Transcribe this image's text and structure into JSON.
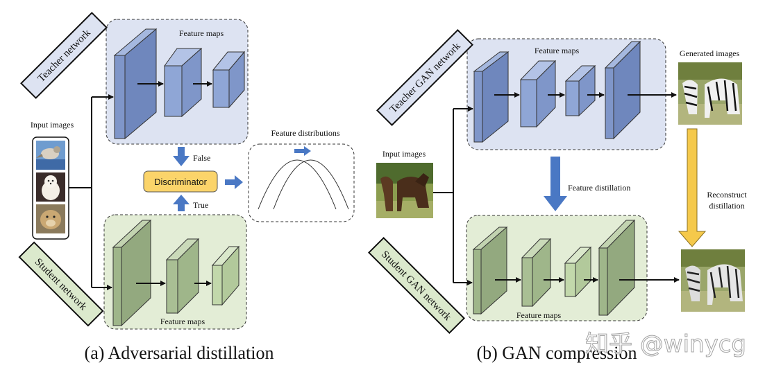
{
  "panel_a": {
    "caption": "(a) Adversarial distillation",
    "teacher_label": "Teacher network",
    "student_label": "Student network",
    "teacher_feature_maps": "Feature maps",
    "student_feature_maps": "Feature maps",
    "input_images": "Input images",
    "discriminator": "Discriminator",
    "false_label": "False",
    "true_label": "True",
    "feature_distributions": "Feature distributions"
  },
  "panel_b": {
    "caption": "(b) GAN compression",
    "teacher_label": "Teacher GAN network",
    "student_label": "Student GAN network",
    "teacher_feature_maps": "Feature maps",
    "student_feature_maps": "Feature maps",
    "input_images": "Input images",
    "generated_images": "Generated images",
    "feature_distillation": "Feature distillation",
    "reconstruct_line1": "Reconstruct",
    "reconstruct_line2": "distillation"
  },
  "watermark": "知乎 @winycg",
  "colors": {
    "teacher_bg": "#dde3f2",
    "student_bg": "#e3edd6",
    "teacher_block": "#8fa6d6",
    "student_block": "#a9bf94",
    "blue_arrow": "#4a78c4",
    "discriminator_fill": "#fbd46a",
    "yellow_arrow": "#f5c94b"
  }
}
